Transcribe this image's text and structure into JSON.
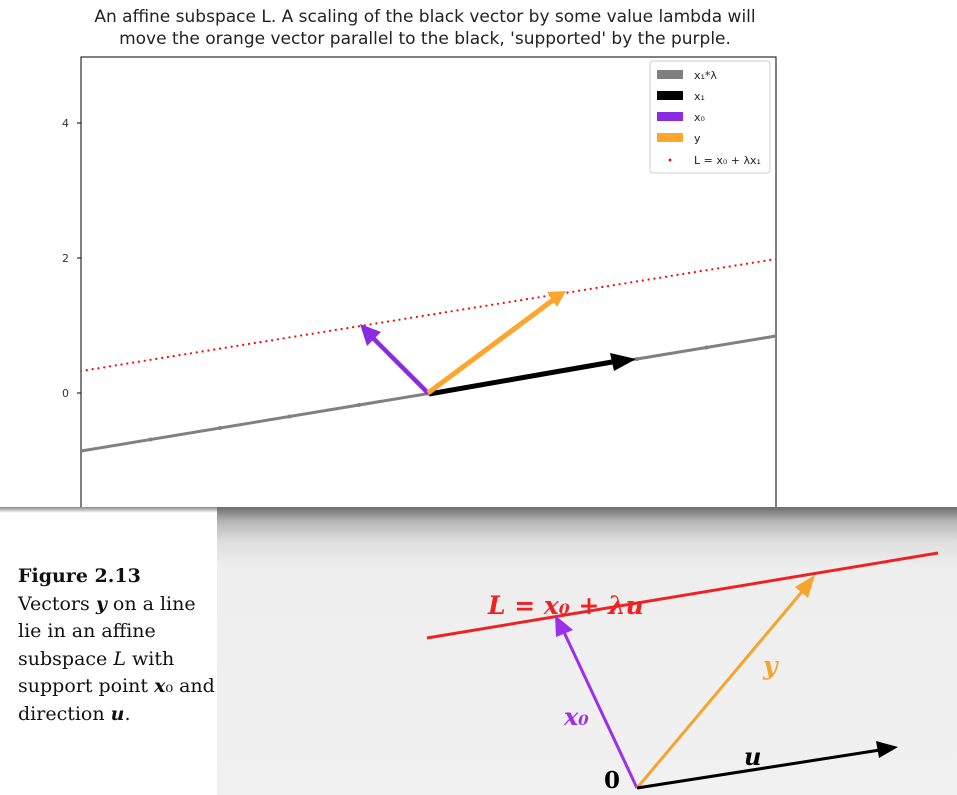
{
  "title_line1": "An affine subspace L. A scaling of the black vector by some value lambda will",
  "title_line2": "move the orange vector parallel to the black, 'supported' by the purple.",
  "y_ticks": [
    "4",
    "2",
    "0"
  ],
  "legend": [
    {
      "label": "x₁*λ",
      "color": "#808080",
      "kind": "patch"
    },
    {
      "label": "x₁",
      "color": "#000000",
      "kind": "patch"
    },
    {
      "label": "x₀",
      "color": "#8a2be2",
      "kind": "patch"
    },
    {
      "label": "y",
      "color": "#ffa52c",
      "kind": "patch"
    },
    {
      "label": "L = x₀ + λx₁",
      "color": "#ff0000",
      "kind": "marker"
    }
  ],
  "colors": {
    "scaled": "#808080",
    "x1": "#000000",
    "x0": "#8a2be2",
    "y": "#ffa52c",
    "L": "#ff0000"
  },
  "chart_data": {
    "type": "scatter",
    "ylim": [
      -1.7,
      5.0
    ],
    "yticks": [
      0,
      2,
      4
    ],
    "origin": [
      0,
      0
    ],
    "vectors": {
      "x1": [
        3,
        0.5
      ],
      "x0": [
        -1,
        1
      ],
      "y": [
        2,
        1.5
      ]
    },
    "lambda_range": [
      -5,
      5
    ]
  },
  "figure2": {
    "caption_label": "Figure 2.13",
    "caption_text": "Vectors y on a line lie in an affine subspace L with support point x₀ and direction u.",
    "line_label": "L = x₀ + λu",
    "x0_label": "x₀",
    "y_label": "y",
    "u_label": "u",
    "origin_label": "0"
  }
}
